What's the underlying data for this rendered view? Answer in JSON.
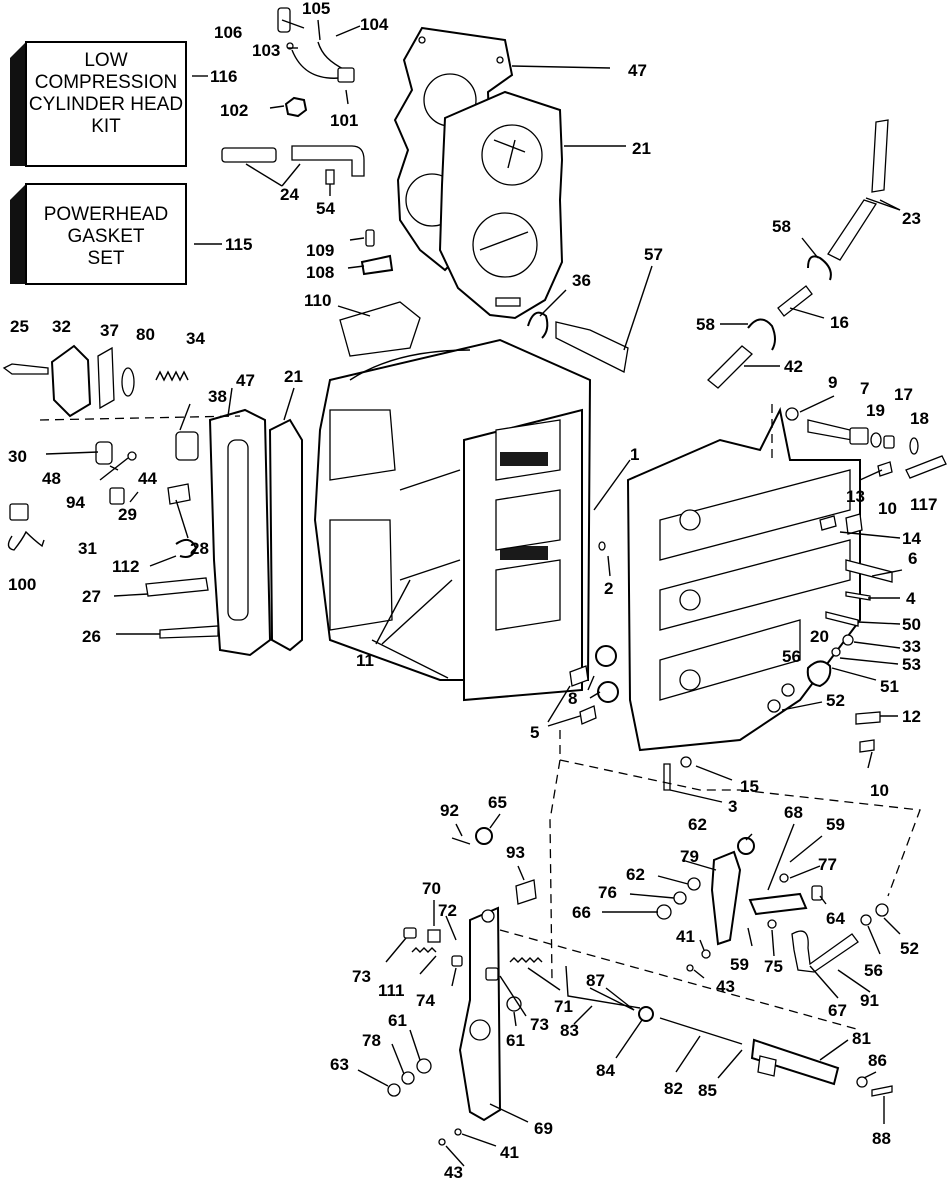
{
  "boxes": {
    "low_compression": [
      "LOW",
      "COMPRESSION",
      "CYLINDER HEAD",
      "KIT"
    ],
    "low_compression_ref": "116",
    "gasket_set": [
      "POWERHEAD",
      "GASKET",
      "SET"
    ],
    "gasket_set_ref": "115"
  },
  "callouts": [
    {
      "id": "106",
      "t": "106"
    },
    {
      "id": "105",
      "t": "105"
    },
    {
      "id": "104",
      "t": "104"
    },
    {
      "id": "103",
      "t": "103"
    },
    {
      "id": "47a",
      "t": "47"
    },
    {
      "id": "102",
      "t": "102"
    },
    {
      "id": "101",
      "t": "101"
    },
    {
      "id": "21a",
      "t": "21"
    },
    {
      "id": "24",
      "t": "24"
    },
    {
      "id": "54",
      "t": "54"
    },
    {
      "id": "23",
      "t": "23"
    },
    {
      "id": "109",
      "t": "109"
    },
    {
      "id": "108",
      "t": "108"
    },
    {
      "id": "57",
      "t": "57"
    },
    {
      "id": "58a",
      "t": "58"
    },
    {
      "id": "36",
      "t": "36"
    },
    {
      "id": "110",
      "t": "110"
    },
    {
      "id": "16",
      "t": "16"
    },
    {
      "id": "58b",
      "t": "58"
    },
    {
      "id": "25",
      "t": "25"
    },
    {
      "id": "32",
      "t": "32"
    },
    {
      "id": "37",
      "t": "37"
    },
    {
      "id": "80",
      "t": "80"
    },
    {
      "id": "34",
      "t": "34"
    },
    {
      "id": "47b",
      "t": "47"
    },
    {
      "id": "21b",
      "t": "21"
    },
    {
      "id": "42",
      "t": "42"
    },
    {
      "id": "38",
      "t": "38"
    },
    {
      "id": "9",
      "t": "9"
    },
    {
      "id": "7",
      "t": "7"
    },
    {
      "id": "17",
      "t": "17"
    },
    {
      "id": "19",
      "t": "19"
    },
    {
      "id": "18",
      "t": "18"
    },
    {
      "id": "30",
      "t": "30"
    },
    {
      "id": "48",
      "t": "48"
    },
    {
      "id": "44",
      "t": "44"
    },
    {
      "id": "94",
      "t": "94"
    },
    {
      "id": "1",
      "t": "1"
    },
    {
      "id": "10a",
      "t": "10"
    },
    {
      "id": "117",
      "t": "117"
    },
    {
      "id": "29",
      "t": "29"
    },
    {
      "id": "31",
      "t": "31"
    },
    {
      "id": "28",
      "t": "28"
    },
    {
      "id": "13",
      "t": "13"
    },
    {
      "id": "14",
      "t": "14"
    },
    {
      "id": "100",
      "t": "100"
    },
    {
      "id": "112",
      "t": "112"
    },
    {
      "id": "2",
      "t": "2"
    },
    {
      "id": "6",
      "t": "6"
    },
    {
      "id": "27",
      "t": "27"
    },
    {
      "id": "4",
      "t": "4"
    },
    {
      "id": "50",
      "t": "50"
    },
    {
      "id": "26",
      "t": "26"
    },
    {
      "id": "33",
      "t": "33"
    },
    {
      "id": "20",
      "t": "20"
    },
    {
      "id": "11",
      "t": "11"
    },
    {
      "id": "56a",
      "t": "56"
    },
    {
      "id": "53",
      "t": "53"
    },
    {
      "id": "51",
      "t": "51"
    },
    {
      "id": "8",
      "t": "8"
    },
    {
      "id": "52a",
      "t": "52"
    },
    {
      "id": "5",
      "t": "5"
    },
    {
      "id": "12",
      "t": "12"
    },
    {
      "id": "15",
      "t": "15"
    },
    {
      "id": "10b",
      "t": "10"
    },
    {
      "id": "3",
      "t": "3"
    },
    {
      "id": "92",
      "t": "92"
    },
    {
      "id": "65",
      "t": "65"
    },
    {
      "id": "68",
      "t": "68"
    },
    {
      "id": "62a",
      "t": "62"
    },
    {
      "id": "59a",
      "t": "59"
    },
    {
      "id": "93",
      "t": "93"
    },
    {
      "id": "79",
      "t": "79"
    },
    {
      "id": "77",
      "t": "77"
    },
    {
      "id": "62b",
      "t": "62"
    },
    {
      "id": "76",
      "t": "76"
    },
    {
      "id": "70",
      "t": "70"
    },
    {
      "id": "66",
      "t": "66"
    },
    {
      "id": "64",
      "t": "64"
    },
    {
      "id": "72",
      "t": "72"
    },
    {
      "id": "41a",
      "t": "41"
    },
    {
      "id": "52b",
      "t": "52"
    },
    {
      "id": "59b",
      "t": "59"
    },
    {
      "id": "75",
      "t": "75"
    },
    {
      "id": "56b",
      "t": "56"
    },
    {
      "id": "73a",
      "t": "73"
    },
    {
      "id": "111",
      "t": "111"
    },
    {
      "id": "74",
      "t": "74"
    },
    {
      "id": "43a",
      "t": "43"
    },
    {
      "id": "87",
      "t": "87"
    },
    {
      "id": "91",
      "t": "91"
    },
    {
      "id": "71",
      "t": "71"
    },
    {
      "id": "67",
      "t": "67"
    },
    {
      "id": "73b",
      "t": "73"
    },
    {
      "id": "61a",
      "t": "61"
    },
    {
      "id": "81",
      "t": "81"
    },
    {
      "id": "78",
      "t": "78"
    },
    {
      "id": "61b",
      "t": "61"
    },
    {
      "id": "83",
      "t": "83"
    },
    {
      "id": "84",
      "t": "84"
    },
    {
      "id": "86",
      "t": "86"
    },
    {
      "id": "63",
      "t": "63"
    },
    {
      "id": "82",
      "t": "82"
    },
    {
      "id": "85",
      "t": "85"
    },
    {
      "id": "69",
      "t": "69"
    },
    {
      "id": "88",
      "t": "88"
    },
    {
      "id": "41b",
      "t": "41"
    },
    {
      "id": "43b",
      "t": "43"
    }
  ]
}
